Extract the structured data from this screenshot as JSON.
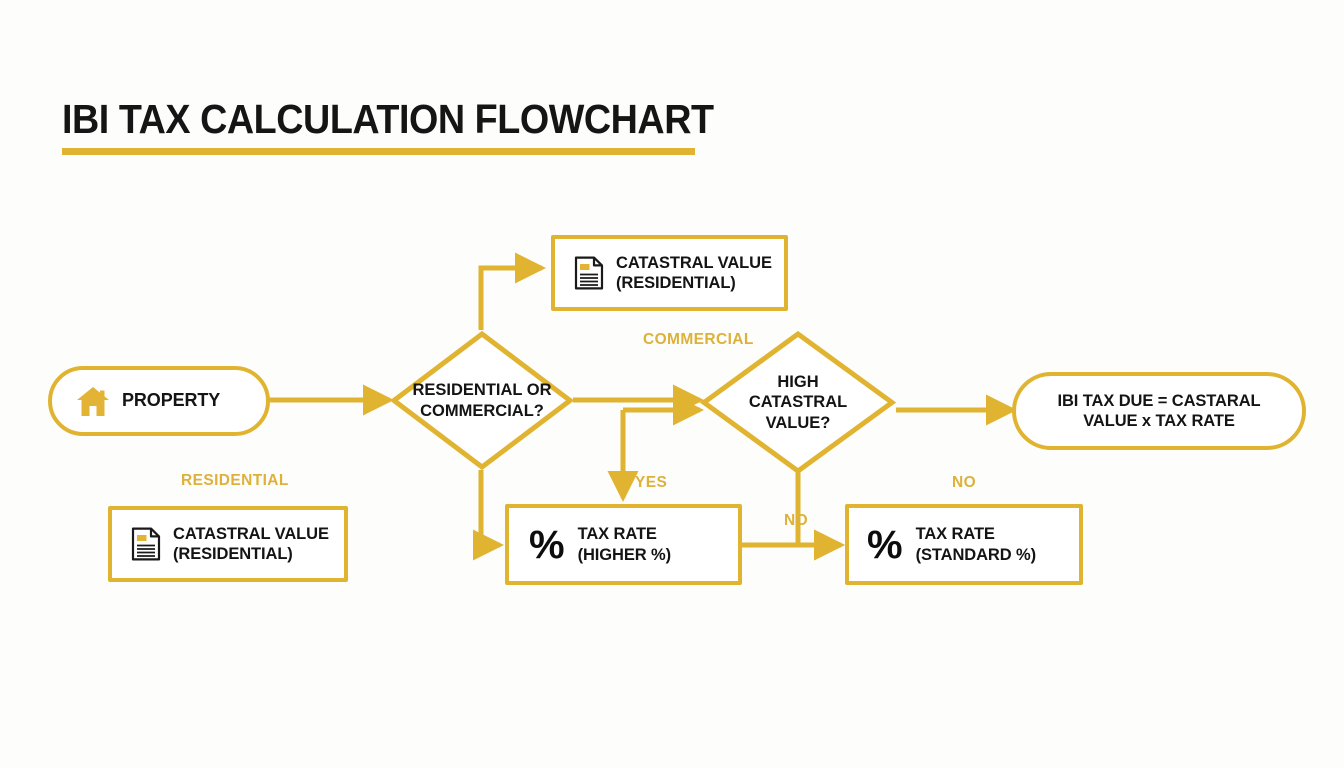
{
  "title": {
    "text": "IBI TAX CALCULATION FLOWCHART"
  },
  "colors": {
    "gold": "#e0b430",
    "gold_label": "#ddb13a",
    "ink": "#141414",
    "background": "#fdfdfc"
  },
  "nodes": {
    "property": {
      "label": "PROPERTY",
      "shape": "terminator",
      "icon": "house-icon"
    },
    "decision_type": {
      "label": "RESIDENTIAL OR\nCOMMERCIAL?",
      "shape": "decision"
    },
    "catastral_top": {
      "label": "CATASTRAL VALUE\n(RESIDENTIAL)",
      "shape": "process",
      "icon": "document-icon"
    },
    "catastral_bottom": {
      "label": "CATASTRAL VALUE\n(RESIDENTIAL)",
      "shape": "process",
      "icon": "document-icon"
    },
    "decision_value": {
      "label": "HIGH\nCATASTRAL\nVALUE?",
      "shape": "decision"
    },
    "rate_higher": {
      "label": "TAX RATE\n(HIGHER %)",
      "shape": "process",
      "icon": "percent-icon"
    },
    "rate_standard": {
      "label": "TAX RATE\n(STANDARD %)",
      "shape": "process",
      "icon": "percent-icon"
    },
    "result": {
      "label": "IBI TAX DUE = CASTARAL\nVALUE x TAX RATE",
      "shape": "terminator"
    }
  },
  "edge_labels": {
    "commercial": "COMMERCIAL",
    "residential": "RESIDENTIAL",
    "yes": "YES",
    "no_down": "NO",
    "no_right": "NO"
  }
}
